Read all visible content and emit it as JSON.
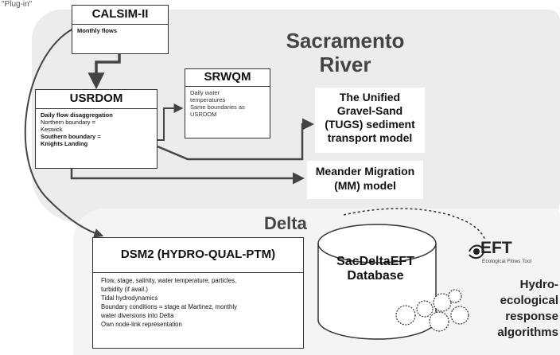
{
  "regions": {
    "sacramento": "Sacramento River",
    "delta": "Delta"
  },
  "calsim": {
    "title": "CALSIM-II",
    "lines": [
      "Monthly flows"
    ]
  },
  "usrdom": {
    "title": "USRDOM",
    "lines": [
      "Daily flow disaggregation",
      "Northern boundary =",
      "Keswick",
      "Southern boundary =",
      "Knights Landing"
    ]
  },
  "srwqm": {
    "title": "SRWQM",
    "lines": [
      "Daily water",
      "temperatures",
      "Same boundaries as",
      "USRDOM"
    ]
  },
  "tugs": {
    "lines": [
      "The Unified",
      "Gravel-Sand",
      "(TUGS) sediment",
      "transport model"
    ]
  },
  "meander": {
    "lines": [
      "Meander Migration",
      "(MM) model"
    ]
  },
  "dsm2": {
    "title": "DSM2 (HYDRO-QUAL-PTM)",
    "lines": [
      "Flow, stage, salinity, water temperature, particles,",
      "turbidity (if avail.)",
      "Tidal hydrodynamics",
      "Boundary conditions = stage at Martinez, monthly",
      "water diversions into Delta",
      "Own node-link representation"
    ]
  },
  "plugin": "\"Plug-in\"",
  "database": {
    "lines": [
      "SacDeltaEFT",
      "Database"
    ]
  },
  "eft": {
    "word": "EFT",
    "subtitle": "Ecological Flows Tool",
    "caption_lines": [
      "Hydro-",
      "ecological",
      "response",
      "algorithms"
    ]
  },
  "colors": {
    "region_fill": "#ececec",
    "box_border": "#333333",
    "arrow": "#444444"
  }
}
